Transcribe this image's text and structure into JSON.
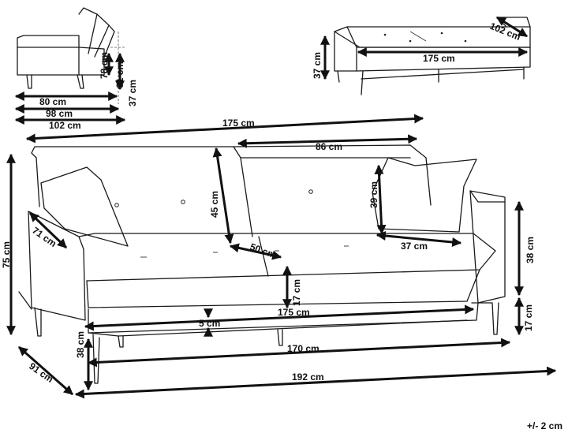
{
  "side_view": {
    "dims": [
      "78 cm",
      "61 cm",
      "37 cm",
      "80 cm",
      "98 cm",
      "102 cm"
    ]
  },
  "bed_view": {
    "dims": [
      "102 cm",
      "37 cm",
      "175 cm"
    ]
  },
  "main_view": {
    "dims": {
      "total_width": "175 cm",
      "back_width": "86 cm",
      "back_height": "45 cm",
      "pillow_height": "39 cm",
      "arm_depth": "71 cm",
      "overall_height": "75 cm",
      "pillow_width": "37 cm",
      "seat_depth": "50 cm",
      "arm_height": "38 cm",
      "seat_thickness": "17 cm",
      "seat_width": "175 cm",
      "base_thickness": "5 cm",
      "seat_height": "38 cm",
      "leg_height": "17 cm",
      "inner_width": "170 cm",
      "overall_depth": "91 cm",
      "overall_length": "192 cm"
    }
  },
  "tolerance": "+/- 2 cm"
}
